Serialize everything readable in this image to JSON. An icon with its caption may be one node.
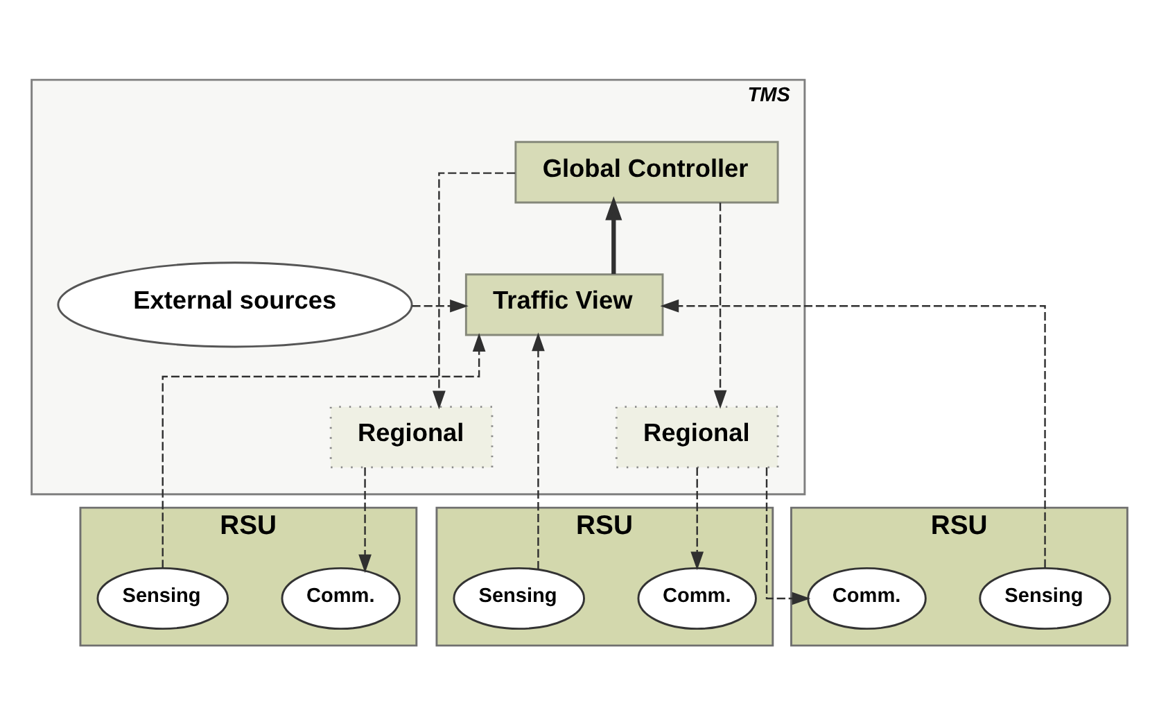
{
  "diagram": {
    "nodes": [
      {
        "text": [
          "TMS"
        ]
      },
      {
        "text": [
          "Global Controller"
        ],
        "in": 0
      },
      {
        "text": [
          "External sources"
        ],
        "in": 0
      },
      {
        "text": [
          "Traffic View"
        ],
        "in": 0
      },
      {
        "text": [
          "Regional"
        ],
        "in": 0
      },
      {
        "text": [
          "Regional"
        ],
        "in": 0
      },
      {
        "text": [
          "RSU"
        ]
      },
      {
        "text": [
          "Sensing"
        ],
        "in": 6
      },
      {
        "text": [
          "Comm."
        ],
        "in": 6
      },
      {
        "text": [
          "RSU"
        ]
      },
      {
        "text": [
          "Sensing"
        ],
        "in": 9
      },
      {
        "text": [
          "Comm."
        ],
        "in": 9
      },
      {
        "text": [
          "RSU"
        ]
      },
      {
        "text": [
          "Comm."
        ],
        "in": 12
      },
      {
        "text": [
          "Sensing"
        ],
        "in": 12
      }
    ],
    "edges": [
      {
        "from": 1,
        "to": 4,
        "arrow": "to",
        "style": "dashed"
      },
      {
        "from": 1,
        "to": 5,
        "arrow": "to",
        "style": "dashed"
      },
      {
        "from": 2,
        "to": 3,
        "arrow": "to",
        "style": "dashed"
      },
      {
        "from": 3,
        "to": 1,
        "arrow": "to",
        "style": "thick"
      },
      {
        "from": 7,
        "to": 3,
        "arrow": "to",
        "style": "dashed"
      },
      {
        "from": 10,
        "to": 3,
        "arrow": "to",
        "style": "dashed"
      },
      {
        "from": 14,
        "to": 3,
        "arrow": "to",
        "style": "dashed"
      },
      {
        "from": 4,
        "to": 8,
        "arrow": "to",
        "style": "dashed"
      },
      {
        "from": 5,
        "to": 11,
        "arrow": "to",
        "style": "dashed"
      },
      {
        "from": 5,
        "to": 13,
        "arrow": "to",
        "style": "dashed"
      }
    ]
  }
}
